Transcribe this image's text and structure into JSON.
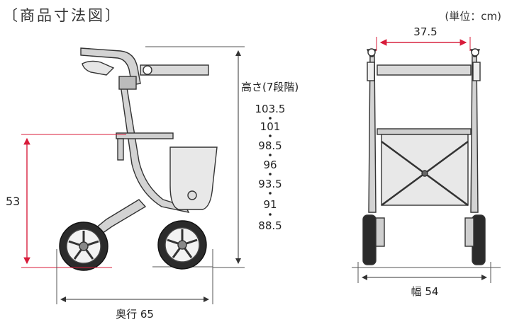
{
  "title": "〔商品寸法図〕",
  "unit": "(単位：cm)",
  "dimensions": {
    "seat_height": "53",
    "depth": "奥行 65",
    "handle_width": "37.5",
    "width": "幅 54",
    "height_heading": "高さ(7段階)",
    "height_levels": [
      "103.5",
      "101",
      "98.5",
      "96",
      "93.5",
      "91",
      "88.5"
    ]
  },
  "colors": {
    "dimension_line": "#d81b3a",
    "frame": "#d3d3d3",
    "outline": "#333333"
  }
}
